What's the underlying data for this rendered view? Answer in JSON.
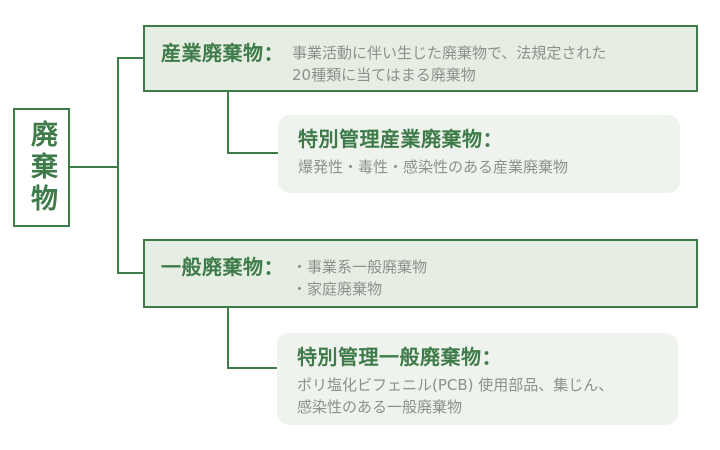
{
  "colors": {
    "accent_green": "#3e7b49",
    "bordered_node_bg": "#e6eee3",
    "rounded_node_bg": "#eff3ee",
    "body_text_gray": "#8c918c"
  },
  "root": {
    "label": "廃棄物"
  },
  "nodes": [
    {
      "title": "産業廃棄物：",
      "body": [
        "事業活動に伴い生じた廃棄物で、法規定された",
        "20種類に当てはまる廃棄物"
      ]
    },
    {
      "title": "特別管理産業廃棄物：",
      "body": [
        "爆発性・毒性・感染性のある産業廃棄物"
      ]
    },
    {
      "title": "一般廃棄物：",
      "body": [
        "・事業系一般廃棄物",
        "・家庭廃棄物"
      ]
    },
    {
      "title": "特別管理一般廃棄物：",
      "body": [
        "ポリ塩化ビフェニル(PCB) 使用部品、集じん、",
        "感染性のある一般廃棄物"
      ]
    }
  ]
}
